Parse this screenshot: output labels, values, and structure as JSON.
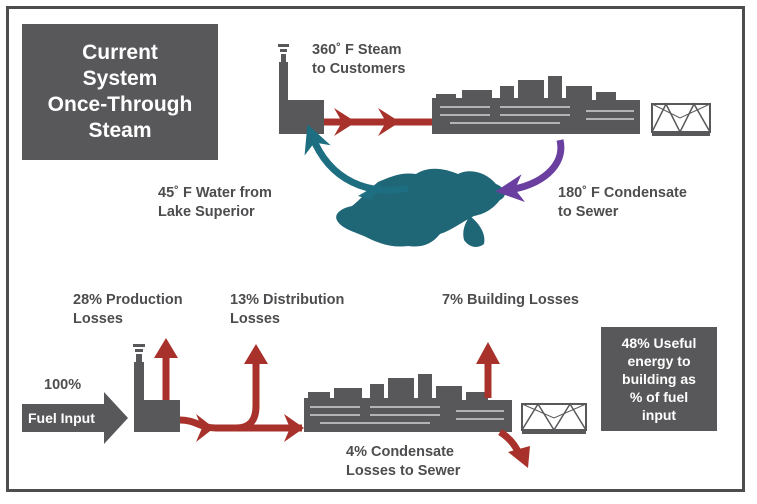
{
  "title": "Current\nSystem\nOnce-Through\nSteam",
  "top_cycle": {
    "steam_label": "360˚ F Steam\nto Customers",
    "water_label": "45˚ F Water from\nLake Superior",
    "condensate_label": "180˚ F Condensate\nto Sewer"
  },
  "energy_flow": {
    "production_losses": "28% Production\nLosses",
    "distribution_losses": "13% Distribution\nLosses",
    "building_losses": "7% Building Losses",
    "input_percent": "100%",
    "fuel_input": "Fuel Input",
    "condensate_losses": "4% Condensate\nLosses to Sewer",
    "useful_energy": "48% Useful\nenergy to\nbuilding as\n% of fuel\ninput"
  },
  "colors": {
    "steam": "#a8322b",
    "water": "#1d6e80",
    "condensate": "#6b3fa0",
    "dark_gray": "#58585a",
    "lake": "#1f6677"
  },
  "icons": [
    "smokestack-plant-icon",
    "city-skyline-icon",
    "lift-bridge-icon",
    "lake-superior-icon"
  ]
}
